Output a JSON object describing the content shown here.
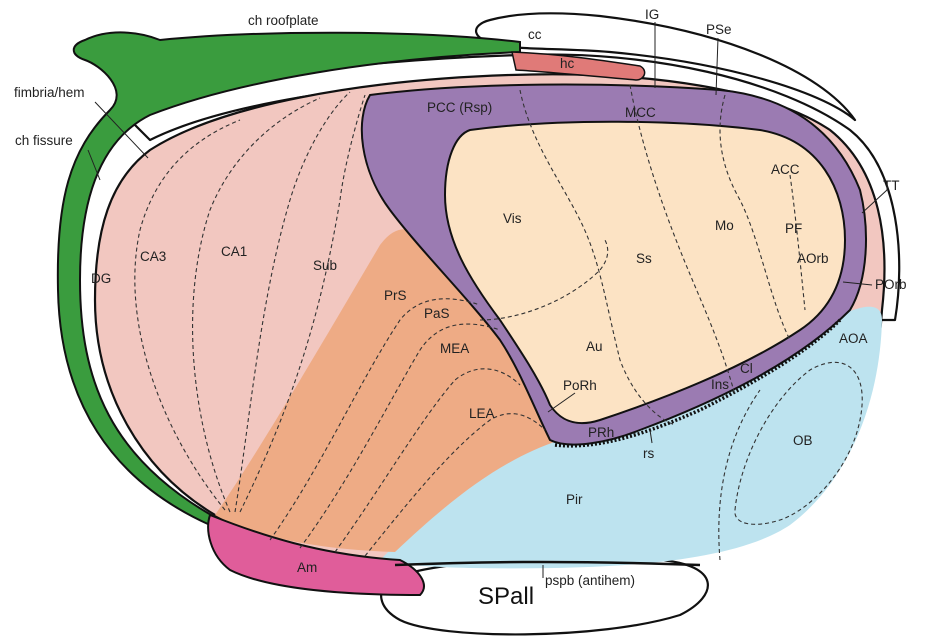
{
  "colors": {
    "roofplate_green": "#3a9c3e",
    "hippocampal_pink": "#f2c7c0",
    "parahippocampal_orange": "#eeab85",
    "cingulate_purple": "#9b7bb2",
    "neocortex_cream": "#fce3c4",
    "piriform_blue": "#bde3ef",
    "amygdala_magenta": "#e05d9a",
    "hc_red": "#e07a78",
    "outline": "#111111"
  },
  "labels": {
    "ch_roofplate": "ch roofplate",
    "fimbria_hem": "fimbria/hem",
    "ch_fissure": "ch fissure",
    "cc": "cc",
    "hc": "hc",
    "ig": "IG",
    "pse": "PSe",
    "pcc": "PCC (Rsp)",
    "mcc": "MCC",
    "acc": "ACC",
    "tt": "TT",
    "vis": "Vis",
    "ss": "Ss",
    "mo": "Mo",
    "pf": "PF",
    "aorb": "AOrb",
    "porb": "POrb",
    "aoa": "AOA",
    "dg": "DG",
    "ca3": "CA3",
    "ca1": "CA1",
    "sub": "Sub",
    "prs": "PrS",
    "pas": "PaS",
    "mea": "MEA",
    "lea": "LEA",
    "au": "Au",
    "porh": "PoRh",
    "ins": "Ins",
    "cl": "Cl",
    "prh": "PRh",
    "rs": "rs",
    "ob": "OB",
    "pir": "Pir",
    "am": "Am",
    "pspb": "pspb (antihem)",
    "spall": "SPall"
  }
}
